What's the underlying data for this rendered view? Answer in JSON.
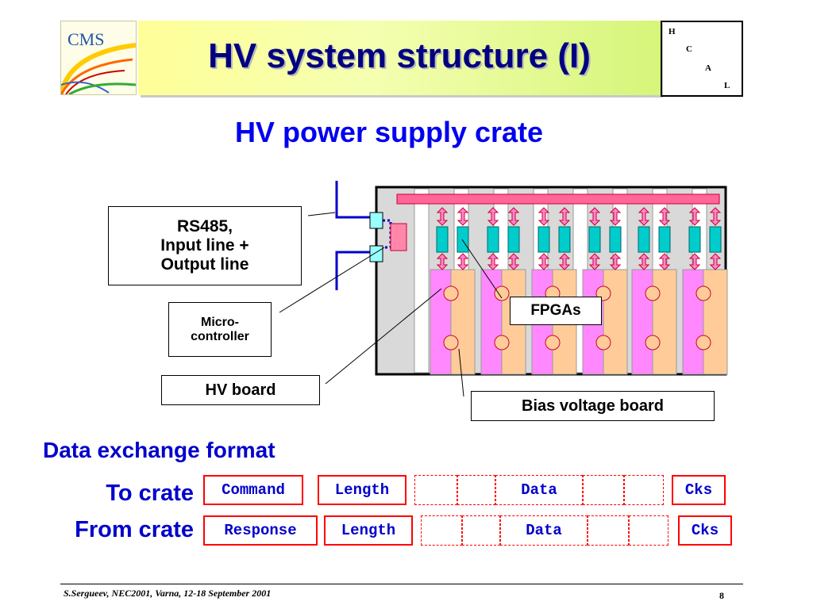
{
  "logo_text": "CMS",
  "title": "HV system structure (I)",
  "hcal_letters": [
    "H",
    "C",
    "A",
    "L"
  ],
  "subtitle": "HV power supply crate",
  "labels": {
    "rs485": "RS485,\nInput line +\nOutput line",
    "microcontroller": "Micro-\ncontroller",
    "hv_board": "HV board",
    "fpgas": "FPGAs",
    "bias_board": "Bias voltage board"
  },
  "section_heading": "Data exchange format",
  "to_crate": {
    "label": "To crate",
    "fields": [
      "Command",
      "Length",
      "Data",
      "Cks"
    ]
  },
  "from_crate": {
    "label": "From crate",
    "fields": [
      "Response",
      "Length",
      "Data",
      "Cks"
    ]
  },
  "footer": "S.Sergueev, NEC2001, Varna, 12-18 September 2001",
  "page_number": "8",
  "colors": {
    "title": "#000080",
    "blue_text": "#0000ee",
    "field_border": "#ff0000",
    "pink_board": "#ff88ff",
    "peach_board": "#ffcc99",
    "fpga": "#00cccc",
    "bus": "#ff6699"
  }
}
